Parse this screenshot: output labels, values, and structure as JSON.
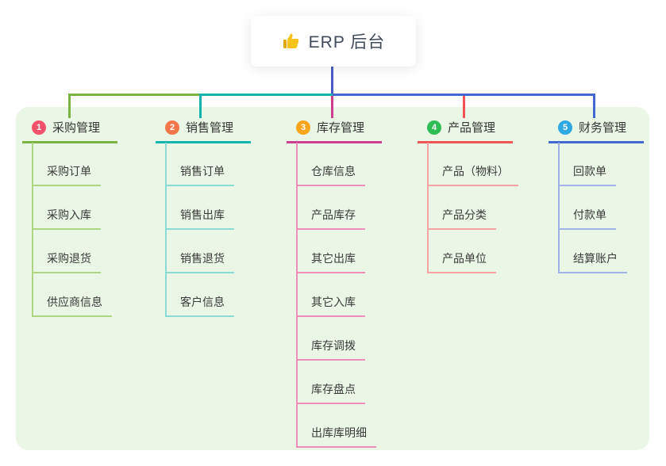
{
  "root": {
    "title": "ERP 后台",
    "icon": "thumbs-up-icon",
    "stem_color": "#4a5bc8"
  },
  "canvas": {
    "background_color": "#ffffff",
    "panel_color": "#eaf7e6",
    "text_color": "#3a3a3a"
  },
  "branches": [
    {
      "index": "1",
      "label": "采购管理",
      "badge_color": "#f4516c",
      "line_color": "#7cb342",
      "sub_line_color": "#aed581",
      "items": [
        "采购订单",
        "采购入库",
        "采购退货",
        "供应商信息"
      ]
    },
    {
      "index": "2",
      "label": "销售管理",
      "badge_color": "#f4764b",
      "line_color": "#14b3ab",
      "sub_line_color": "#8adbd4",
      "items": [
        "销售订单",
        "销售出库",
        "销售退货",
        "客户信息"
      ]
    },
    {
      "index": "3",
      "label": "库存管理",
      "badge_color": "#f8a51b",
      "line_color": "#cc3f8e",
      "sub_line_color": "#ef8ebb",
      "items": [
        "仓库信息",
        "产品库存",
        "其它出库",
        "其它入库",
        "库存调拨",
        "库存盘点",
        "出库库明细"
      ]
    },
    {
      "index": "4",
      "label": "产品管理",
      "badge_color": "#2fbd56",
      "line_color": "#f05455",
      "sub_line_color": "#f8a3a3",
      "items": [
        "产品（物料）",
        "产品分类",
        "产品单位"
      ]
    },
    {
      "index": "5",
      "label": "财务管理",
      "badge_color": "#2ea8e0",
      "line_color": "#4468cf",
      "sub_line_color": "#9fb3e6",
      "items": [
        "回款单",
        "付款单",
        "结算账户"
      ]
    }
  ]
}
